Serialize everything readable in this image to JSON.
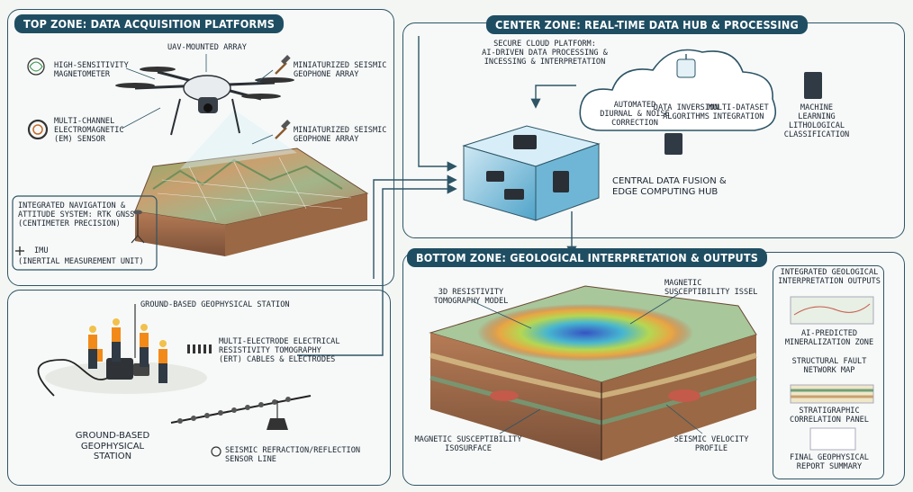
{
  "zones": {
    "top": "TOP ZONE: DATA ACQUISITION PLATFORMS",
    "center": "CENTER ZONE: REAL-TIME DATA HUB & PROCESSING",
    "bottom": "BOTTOM ZONE: GEOLOGICAL INTERPRETATION & OUTPUTS"
  },
  "top": {
    "uav": "UAV-MOUNTED ARRAY",
    "magnetometer": "HIGH-SENSITIVITY\nMAGNETOMETER",
    "seismic1": "MINIATURIZED SEISMIC\nGEOPHONE ARRAY",
    "em": "MULTI-CHANNEL\nELECTROMAGNETIC\n(EM) SENSOR",
    "seismic2": "MINIATURIZED SEISMIC\nGEOPHONE ARRAY",
    "nav": "INTEGRATED NAVIGATION &\nATTITUDE SYSTEM: RTK GNSS\n(CENTIMETER PRECISION)",
    "imu": "IMU",
    "imu_full": "(INERTIAL MEASUREMENT UNIT)"
  },
  "ground": {
    "title": "GROUND-BASED GEOPHYSICAL STATION",
    "ert": "MULTI-ELECTRODE ELECTRICAL\nRESISTIVITY TOMOGRAPHY\n(ERT) CABLES & ELECTRODES",
    "station": "GROUND-BASED\nGEOPHYSICAL STATION",
    "seismic_line": "SEISMIC REFRACTION/REFLECTION\nSENSOR LINE"
  },
  "center": {
    "cloud": "SECURE CLOUD PLATFORM:\nAI-DRIVEN DATA PROCESSING &\nINCESSING & INTERPRETATION",
    "auto": "AUTOMATED\nDIURNAL & NOISE\nCORRECTION",
    "inversion": "DATA INVERSION\nALGORITHMS",
    "multi": "MULTI-DATASET\nINTEGRATION",
    "ml": "MACHINE LEARNING\nLITHOLOGICAL\nCLASSIFICATION",
    "hub": "CENTRAL DATA FUSION &\nEDGE COMPUTING HUB"
  },
  "bottom": {
    "resist": "3D RESISTIVITY\nTOMOGRAPHY MODEL",
    "mag_top": "MAGNETIC\nSUSCEPTIBILITY ISSEL",
    "mag_iso": "MAGNETIC SUSCEPTIBILITY\nISOSURFACE",
    "velocity": "SEISMIC VELOCITY\nPROFILE"
  },
  "outputs": {
    "title": "INTEGRATED GEOLOGICAL\nINTERPRETATION OUTPUTS",
    "items": [
      "AI-PREDICTED\nMINERALIZATION ZONE",
      "STRUCTURAL FAULT\nNETWORK MAP",
      "STRATIGRAPHIC\nCORRELATION PANEL",
      "FINAL GEOPHYSICAL\nREPORT SUMMARY"
    ]
  },
  "colors": {
    "frame": "#2d5566",
    "title_bg": "#1f4e63",
    "hub": "#4fa3c9"
  },
  "icons": [
    "magnetometer-icon",
    "em-coil-icon",
    "hammer-icon",
    "gnss-antenna-icon",
    "imu-icon",
    "drone-icon",
    "chip-icon",
    "server-icon",
    "cloud-icon",
    "arrow-icon"
  ]
}
